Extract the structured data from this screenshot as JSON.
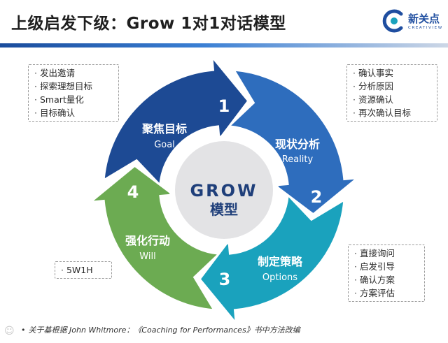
{
  "title": "上级启发下级：Grow 1对1对话模型",
  "logo": {
    "name": "新关点",
    "sub": "CREATIVIEW"
  },
  "center": {
    "line1": "GROW",
    "line2": "模型"
  },
  "stages": [
    {
      "number": "1",
      "cn": "聚焦目标",
      "en": "Goal",
      "color": "#1d4a94",
      "notes": [
        "发出邀请",
        "探索理想目标",
        "Smart量化",
        "目标确认"
      ]
    },
    {
      "number": "2",
      "cn": "现状分析",
      "en": "Reality",
      "color": "#2e6dbd",
      "notes": [
        "确认事实",
        "分析原因",
        "资源确认",
        "再次确认目标"
      ]
    },
    {
      "number": "3",
      "cn": "制定策略",
      "en": "Options",
      "color": "#1aa2bd",
      "notes": [
        "直接询问",
        "启发引导",
        "确认方案",
        "方案评估"
      ]
    },
    {
      "number": "4",
      "cn": "强化行动",
      "en": "Will",
      "color": "#6cab52",
      "notes": [
        "5W1H"
      ]
    }
  ],
  "footnote": "关于基根据 John Whitmore：《Coaching for Performances》书中方法改编",
  "colors": {
    "accent": "#1f4ea0",
    "center_bg": "#e3e3e5",
    "center_text": "#1f3f7a"
  }
}
